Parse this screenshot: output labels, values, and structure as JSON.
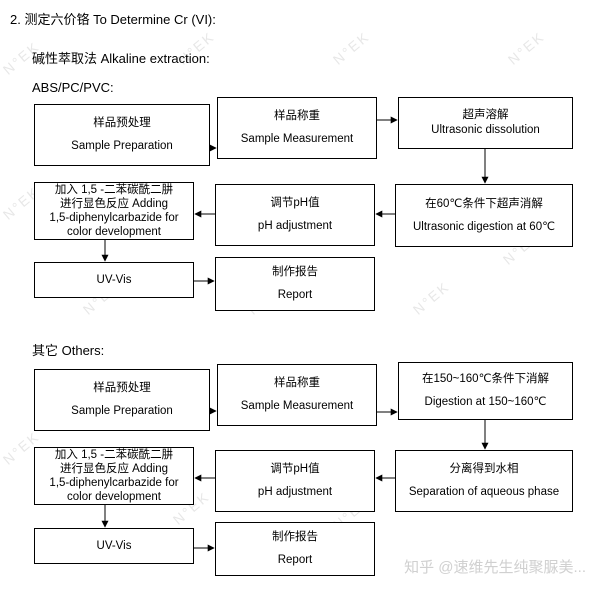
{
  "heading": "2. 测定六价铬  To Determine Cr (VI):",
  "section1": {
    "title": "碱性萃取法  Alkaline extraction:",
    "subtitle": "ABS/PC/PVC:",
    "boxes": {
      "b1": [
        "样品预处理",
        "Sample Preparation"
      ],
      "b2": [
        "样品称重",
        "Sample Measurement"
      ],
      "b3": [
        "超声溶解",
        "Ultrasonic dissolution"
      ],
      "b4": [
        "在60℃条件下超声消解",
        "Ultrasonic digestion at 60℃"
      ],
      "b5": [
        "调节pH值",
        "pH adjustment"
      ],
      "b6": [
        "加入 1,5 -二苯碳酰二肼",
        "进行显色反应 Adding",
        "1,5-diphenylcarbazide for",
        "color development"
      ],
      "b7": [
        "UV-Vis"
      ],
      "b8": [
        "制作报告",
        "Report"
      ]
    }
  },
  "section2": {
    "title": "其它  Others:",
    "boxes": {
      "b1": [
        "样品预处理",
        "Sample Preparation"
      ],
      "b2": [
        "样品称重",
        "Sample Measurement"
      ],
      "b3": [
        "在150~160℃条件下消解",
        "Digestion at 150~160℃"
      ],
      "b4": [
        "分离得到水相",
        "Separation of aqueous phase"
      ],
      "b5": [
        "调节pH值",
        "pH adjustment"
      ],
      "b6": [
        "加入 1,5 -二苯碳酰二肼",
        "进行显色反应 Adding",
        "1,5-diphenylcarbazide for",
        "color development"
      ],
      "b7": [
        "UV-Vis"
      ],
      "b8": [
        "制作报告",
        "Report"
      ]
    }
  },
  "watermark": "N°EK",
  "credit": "知乎 @速维先生纯聚脲美..."
}
